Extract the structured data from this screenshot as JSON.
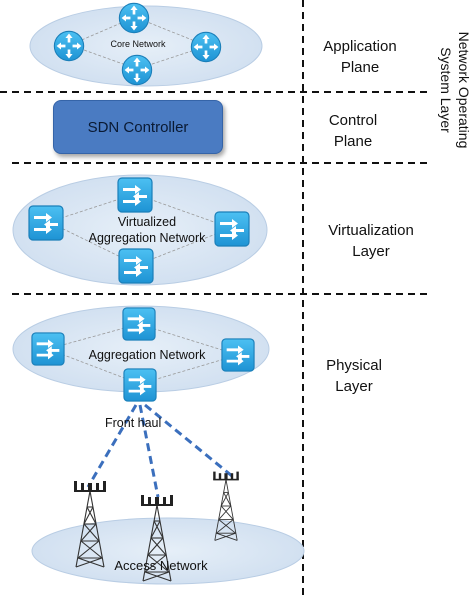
{
  "layers": {
    "application": "Application\nPlane",
    "control": "Control\nPlane",
    "virtualization": "Virtualization\nLayer",
    "physical": "Physical\nLayer"
  },
  "side_label": "Network Operating\nSystem Layer",
  "core": {
    "label": "Core Network"
  },
  "controller": {
    "label": "SDN Controller"
  },
  "virtual_agg": {
    "label": "Virtualized\nAggregation Network"
  },
  "physical_agg": {
    "label": "Aggregation Network"
  },
  "fronthaul": {
    "label": "Front haul"
  },
  "access": {
    "label": "Access Network"
  },
  "colors": {
    "cloud_fill": "#d6e4f2",
    "cloud_edge": "#b9cde4",
    "icon_fill": "#2fa8e6",
    "icon_edge": "#1b7fb9",
    "controller_fill": "#4a7bc2",
    "fronthaul_link": "#3b6fbd"
  },
  "icons": {
    "core_node": "core-router-icon",
    "switch_node": "switch-icon",
    "tower": "cell-tower-icon"
  }
}
